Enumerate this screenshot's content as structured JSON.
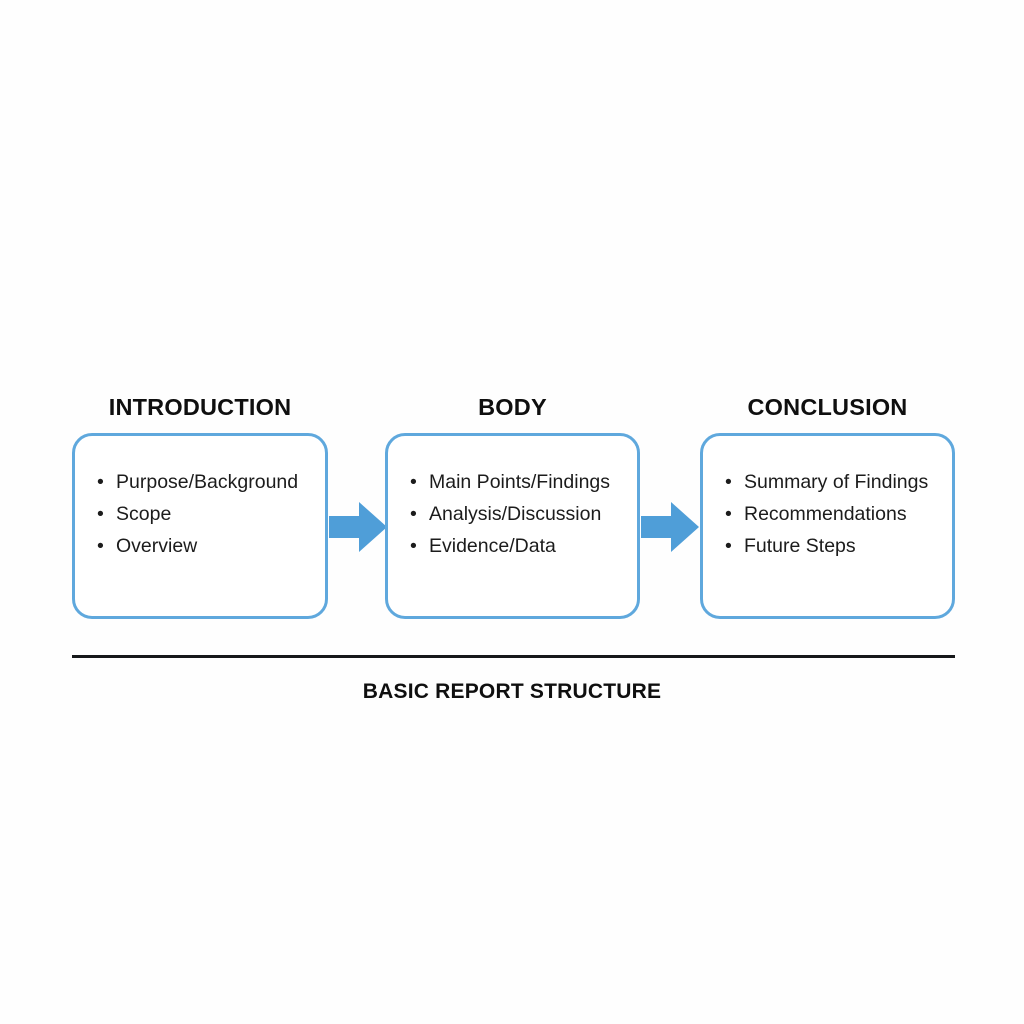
{
  "diagram": {
    "caption": "BASIC REPORT STRUCTURE",
    "colors": {
      "box_border": "#5fa8dd",
      "arrow_fill": "#4f9ed8",
      "divider": "#16181a",
      "text": "#1c1c1c",
      "background": "#fefefe"
    },
    "stages": [
      {
        "heading": "INTRODUCTION",
        "bullet_marker": "•",
        "bullets": [
          "Purpose/Background",
          "Scope",
          "Overview"
        ]
      },
      {
        "heading": "BODY",
        "bullet_marker": "•",
        "bullets": [
          "Main Points/Findings",
          "Analysis/Discussion",
          "Evidence/Data"
        ]
      },
      {
        "heading": "CONCLUSION",
        "bullet_marker": "•",
        "bullets": [
          "Summary of Findings",
          "Recommendations",
          "Future Steps"
        ]
      }
    ],
    "connectors": [
      {
        "icon": "right-arrow-icon",
        "from": "INTRODUCTION",
        "to": "BODY"
      },
      {
        "icon": "right-arrow-icon",
        "from": "BODY",
        "to": "CONCLUSION"
      }
    ]
  }
}
